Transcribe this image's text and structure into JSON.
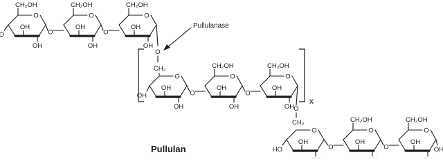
{
  "title": "Pullulan",
  "enzyme": "Pullulanase",
  "repeat_subscript": "x",
  "labels": {
    "oh": "OH",
    "ch2oh": "CH₂OH",
    "ch2": "CH₂",
    "o": "O"
  },
  "top_ch2oh": [
    "CH₂OH",
    "CH₂OH",
    "CH₂OH"
  ],
  "top_ring_oh": [
    "OH",
    "OH",
    "OH"
  ],
  "top_bottom_oh": [
    "OH",
    "OH",
    "OH"
  ],
  "top_far_left_oh": "HO",
  "mid_ch2oh": [
    "CH₂OH",
    "CH₂OH"
  ],
  "mid_ring_oh": [
    "OH",
    "OH",
    "OH"
  ],
  "mid_bottom_oh": [
    "OH",
    "OH",
    "OH"
  ],
  "bot_ch2oh": [
    "CH₂OH",
    "CH₂OH"
  ],
  "bot_ring_oh": [
    "OH",
    "OH",
    "OH"
  ],
  "bot_bottom_oh": [
    "OH",
    "OH",
    "OH",
    "OH"
  ],
  "bot_far_left_oh": "HO",
  "link_o": "O",
  "colors": {
    "ink": "#1a1a1a",
    "background": "#ffffff"
  }
}
